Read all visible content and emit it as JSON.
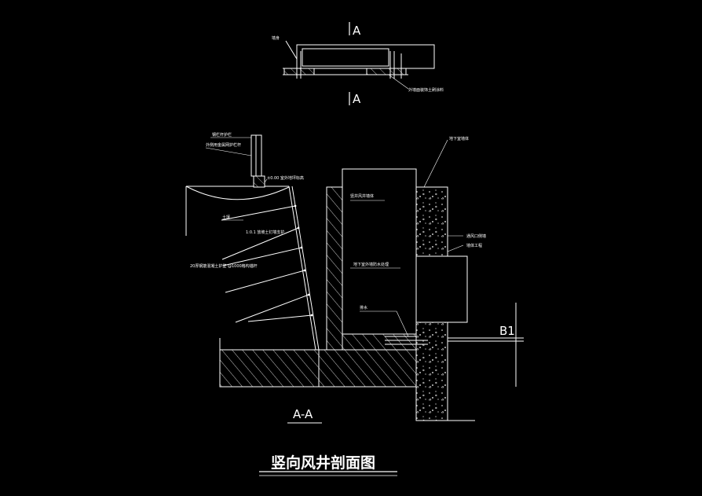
{
  "drawing": {
    "title": "竖向风井剖面图",
    "section_label": "A-A",
    "section_mark": "A",
    "axis_mark": "B1",
    "background_color": "#000000",
    "line_color": "#ffffff"
  },
  "annotations": {
    "plan_left": "墙身",
    "plan_right": "外墙面装饰土刷涂料",
    "railing_top": "钢栏杆护栏",
    "railing_note": "外侧用金属网护栏杆",
    "level_note": "±0.00 室外地坪标高",
    "wall_top": "地下室墙体",
    "shaft_label": "竖井风井墙体",
    "soil": "土壤",
    "slope": "1:0.1 放坡土钉墙支护",
    "retaining": "20厚钢筋混凝土护壁 @1000格构锚杆",
    "opening_right_1": "通风口侧墙",
    "opening_right_2": "墙体工程",
    "waterproof": "地下室外墙防水处理",
    "drain": "排水"
  }
}
